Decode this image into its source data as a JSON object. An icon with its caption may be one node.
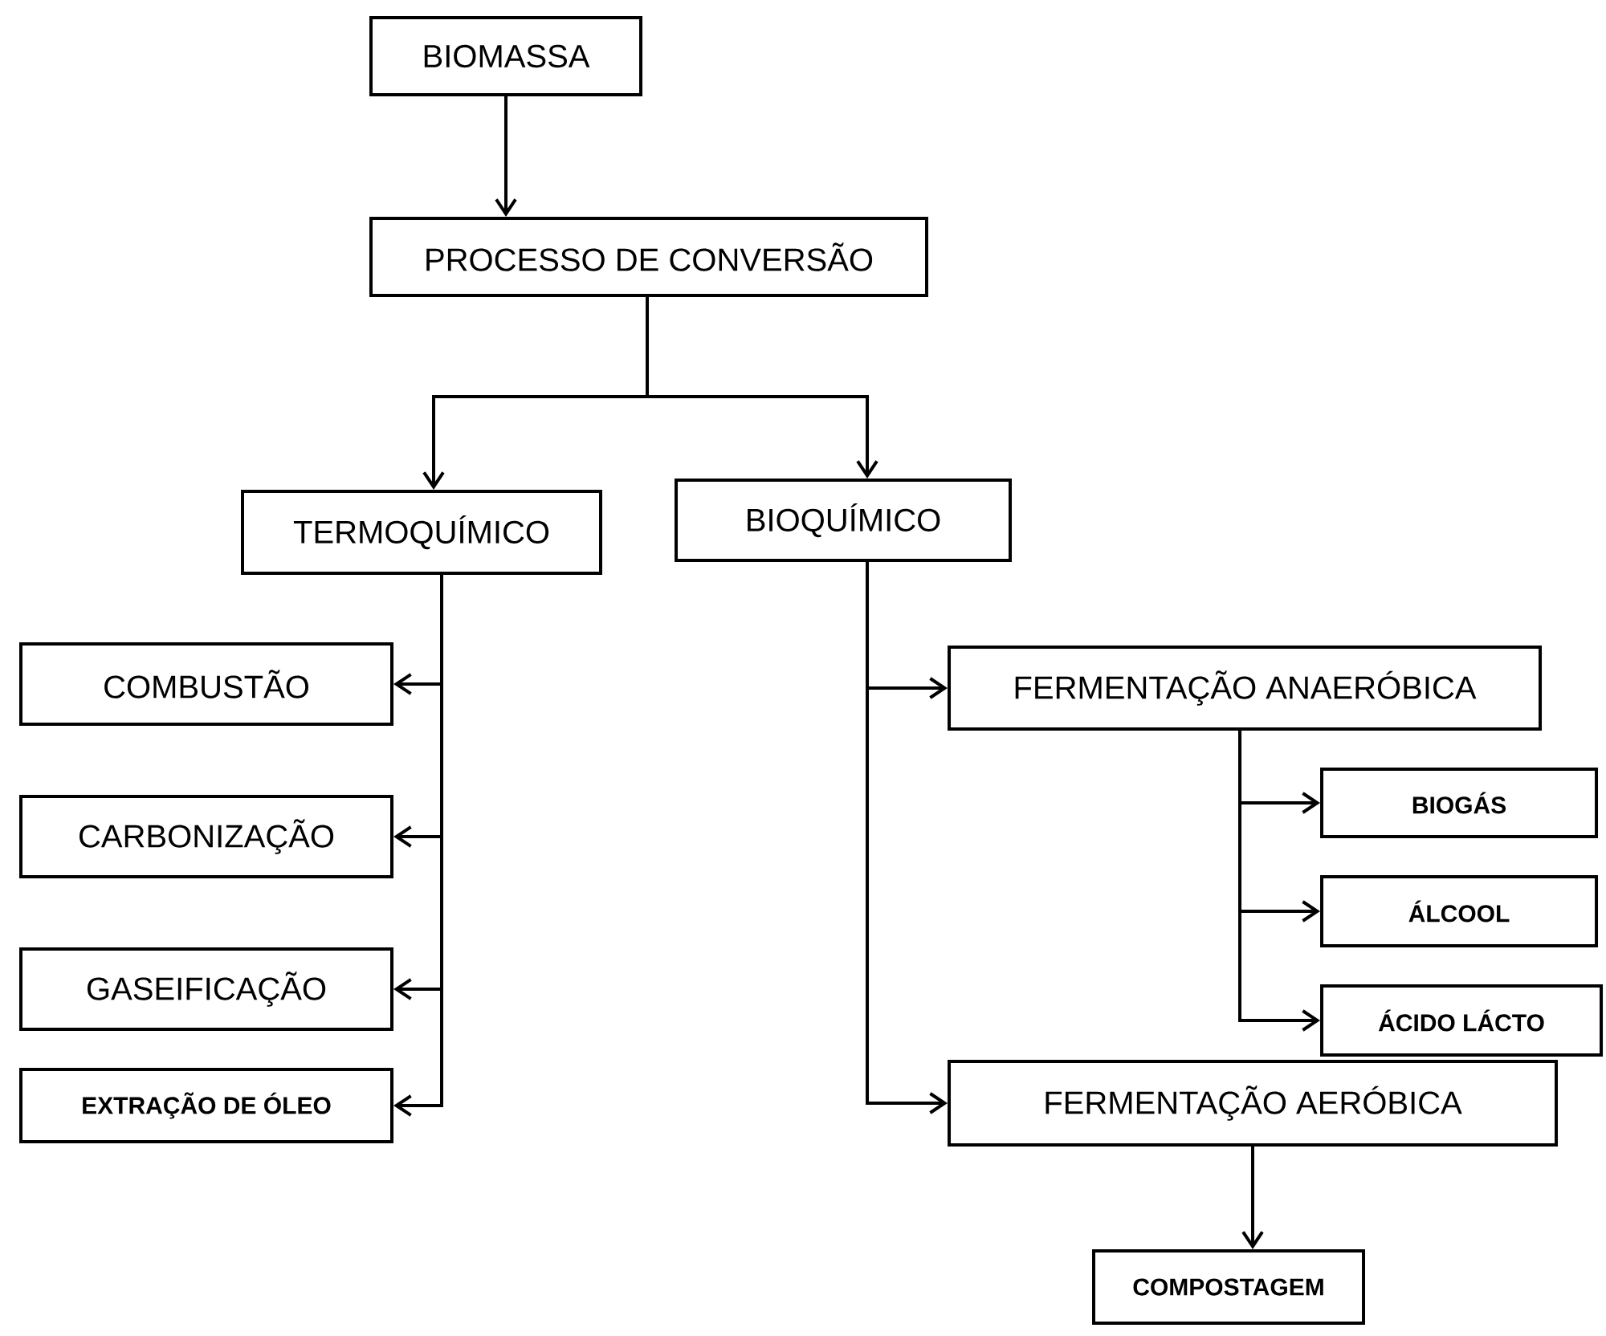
{
  "diagram": {
    "nodes": [
      {
        "text": [
          "BIOMASSA"
        ]
      },
      {
        "text": [
          "PROCESSO DE CONVERSÃO"
        ]
      },
      {
        "text": [
          "TERMOQUÍMICO"
        ]
      },
      {
        "text": [
          "BIOQUÍMICO"
        ]
      },
      {
        "text": [
          "COMBUSTÃO"
        ]
      },
      {
        "text": [
          "CARBONIZAÇÃO"
        ]
      },
      {
        "text": [
          "GASEIFICAÇÃO"
        ]
      },
      {
        "text": [
          "EXTRAÇÃO DE ÓLEO"
        ]
      },
      {
        "text": [
          "FERMENTAÇÃO ANAERÓBICA"
        ]
      },
      {
        "text": [
          "BIOGÁS"
        ]
      },
      {
        "text": [
          "ÁLCOOL"
        ]
      },
      {
        "text": [
          "ÁCIDO LÁCTO"
        ]
      },
      {
        "text": [
          "FERMENTAÇÃO AERÓBICA"
        ]
      },
      {
        "text": [
          "COMPOSTAGEM"
        ]
      }
    ],
    "edges": [
      {
        "from": 0,
        "to": 1,
        "arrow": "to"
      },
      {
        "from": 1,
        "to": 2,
        "arrow": "to"
      },
      {
        "from": 1,
        "to": 3,
        "arrow": "to"
      },
      {
        "from": 2,
        "to": 4,
        "arrow": "to"
      },
      {
        "from": 2,
        "to": 5,
        "arrow": "to"
      },
      {
        "from": 2,
        "to": 6,
        "arrow": "to"
      },
      {
        "from": 2,
        "to": 7,
        "arrow": "to"
      },
      {
        "from": 3,
        "to": 8,
        "arrow": "to"
      },
      {
        "from": 3,
        "to": 12,
        "arrow": "to"
      },
      {
        "from": 8,
        "to": 9,
        "arrow": "to"
      },
      {
        "from": 8,
        "to": 10,
        "arrow": "to"
      },
      {
        "from": 8,
        "to": 11,
        "arrow": "to"
      },
      {
        "from": 12,
        "to": 13,
        "arrow": "to"
      }
    ]
  }
}
